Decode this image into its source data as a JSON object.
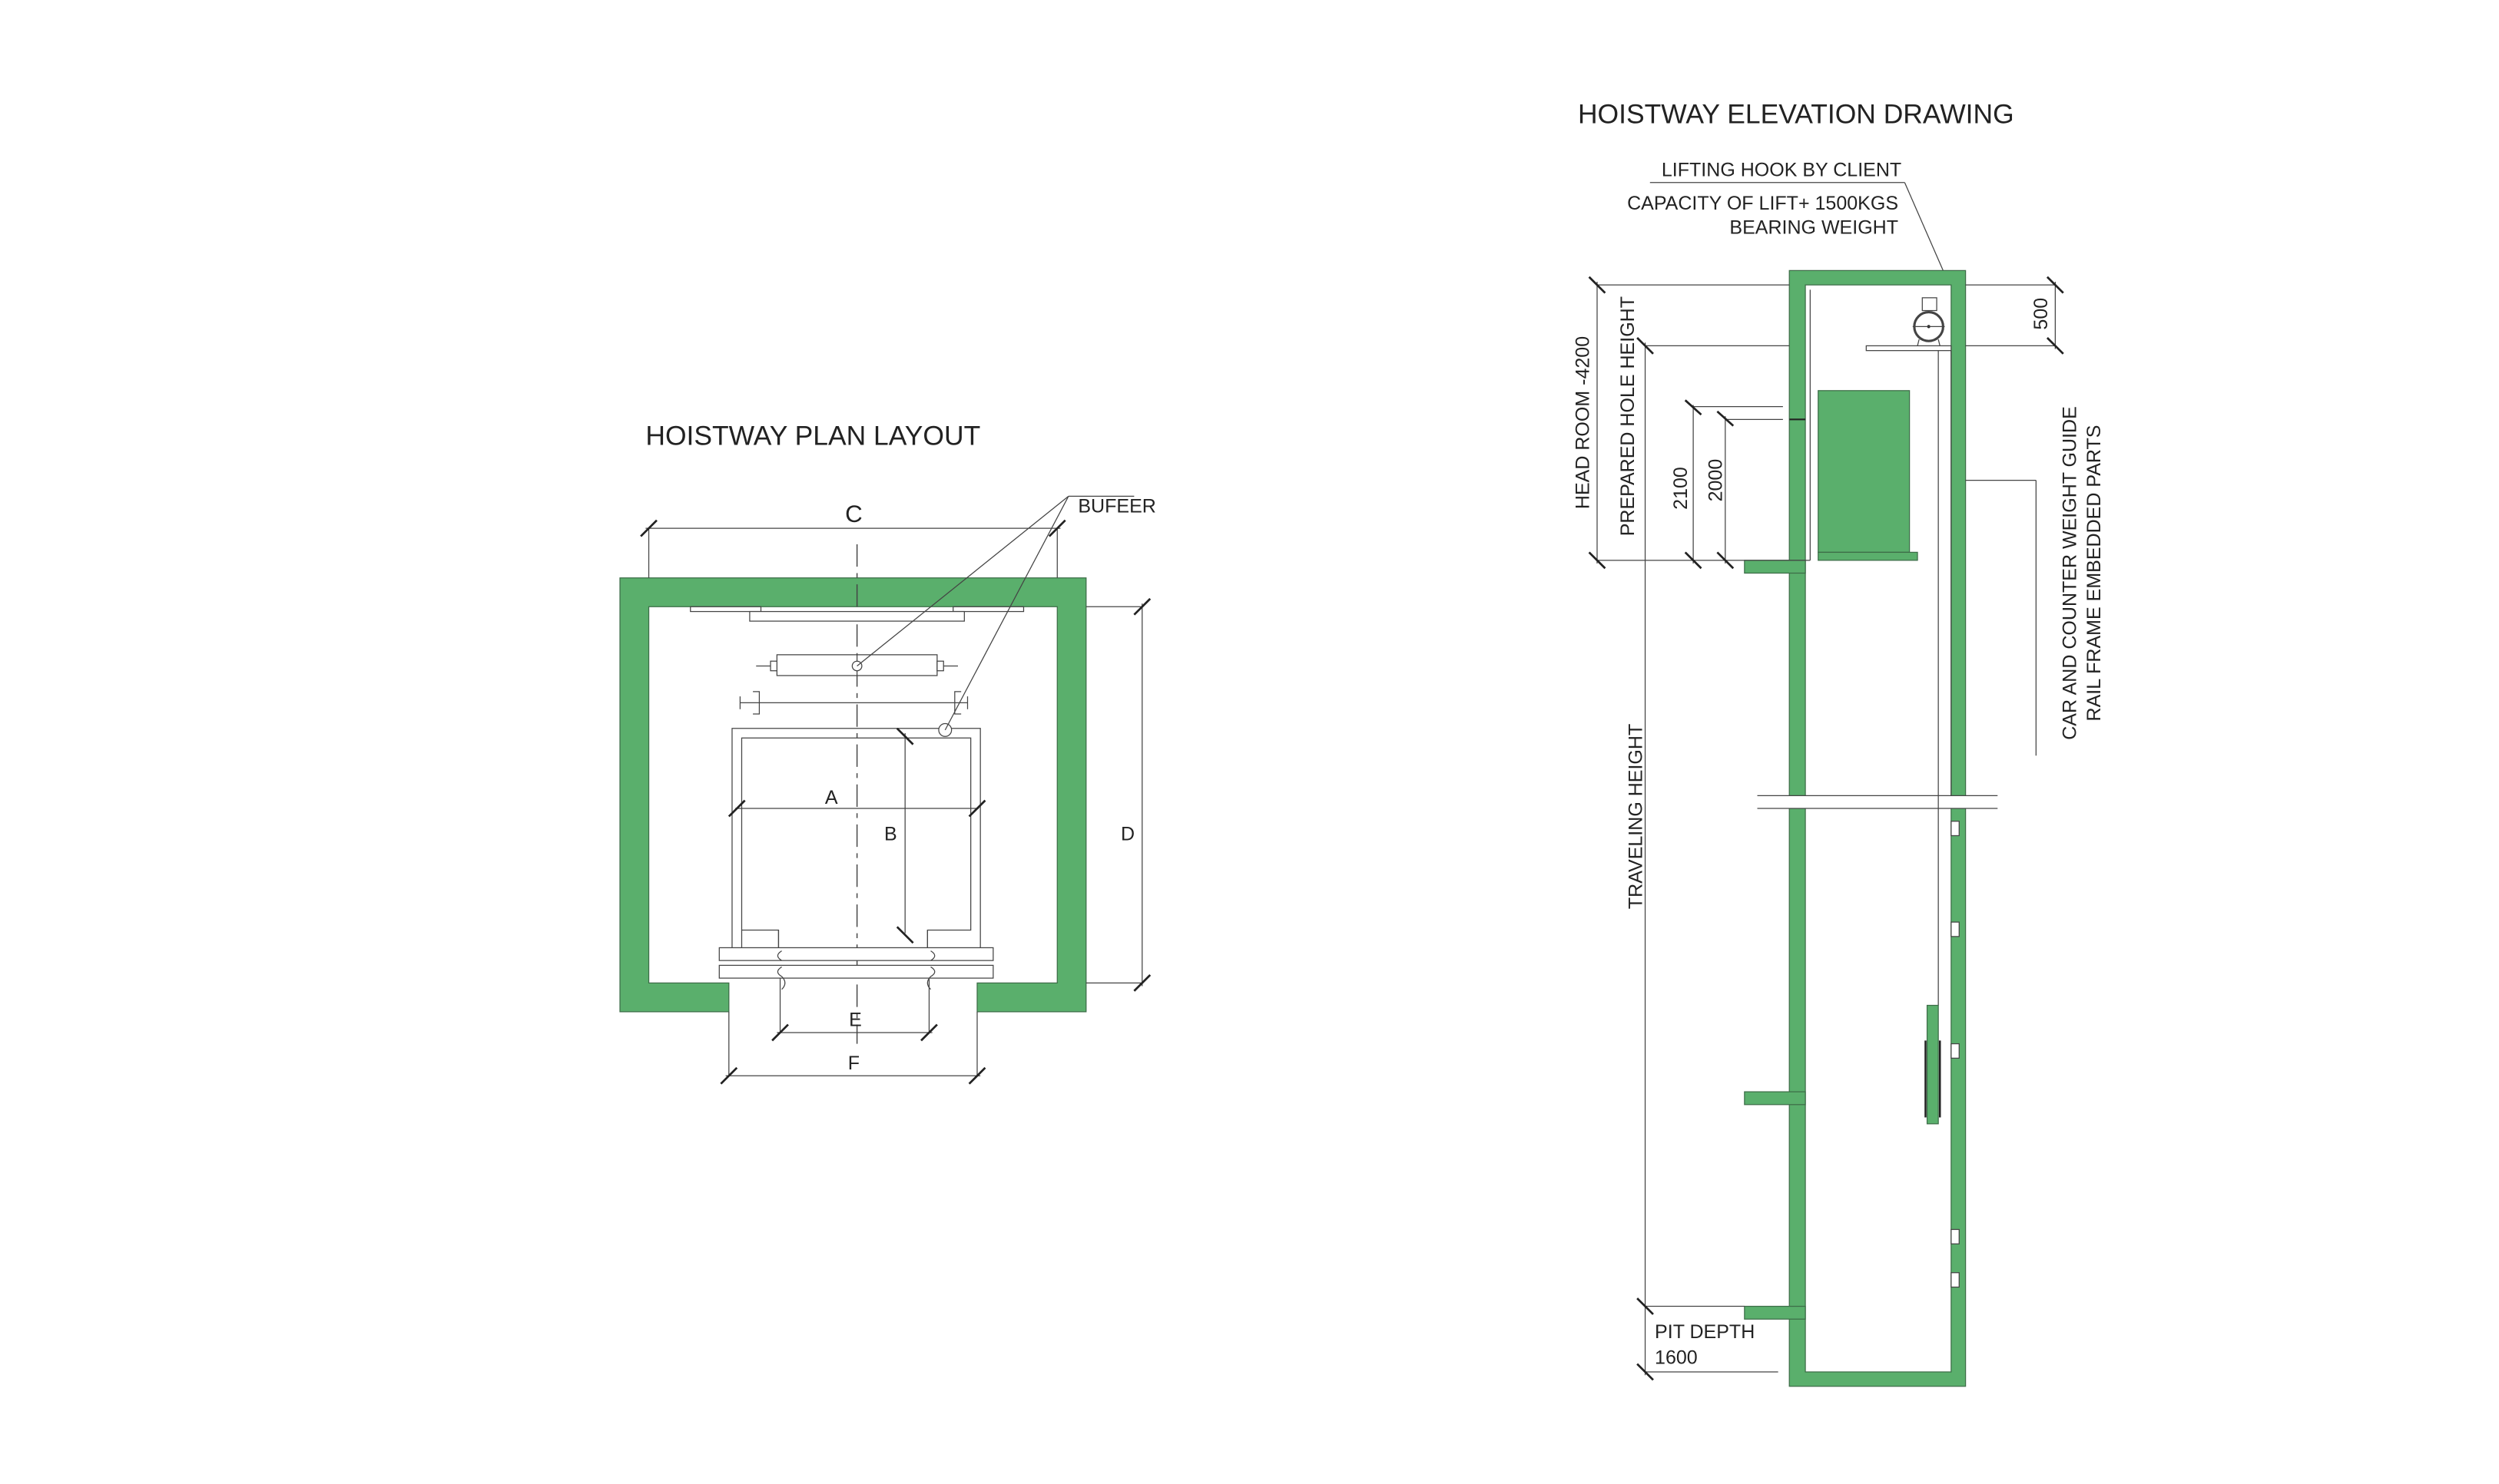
{
  "colors": {
    "wall": "#5aaf6c",
    "line": "#444444",
    "text": "#222222"
  },
  "plan": {
    "title": "HOISTWAY PLAN LAYOUT",
    "dims": {
      "a": "A",
      "b": "B",
      "c": "C",
      "d": "D",
      "e": "E",
      "f": "F"
    },
    "buffer_label": "BUFEER"
  },
  "elevation": {
    "title": "HOISTWAY ELEVATION DRAWING",
    "hook_label": "LIFTING HOOK BY CLIENT",
    "capacity_label": "CAPACITY OF LIFT+ 1500KGS",
    "bearing_label": "BEARING WEIGHT",
    "head_room": "HEAD ROOM -4200",
    "prepared_hole": "PREPARED HOLE HEIGHT",
    "dim_2100": "2100",
    "dim_2000": "2000",
    "dim_500": "500",
    "traveling_height": "TRAVELING HEIGHT",
    "pit_depth": "PIT DEPTH",
    "pit_value": "1600",
    "guide_label_1": "CAR AND COUNTER WEIGHT GUIDE",
    "guide_label_2": "RAIL FRAME EMBEDDED PARTS"
  }
}
